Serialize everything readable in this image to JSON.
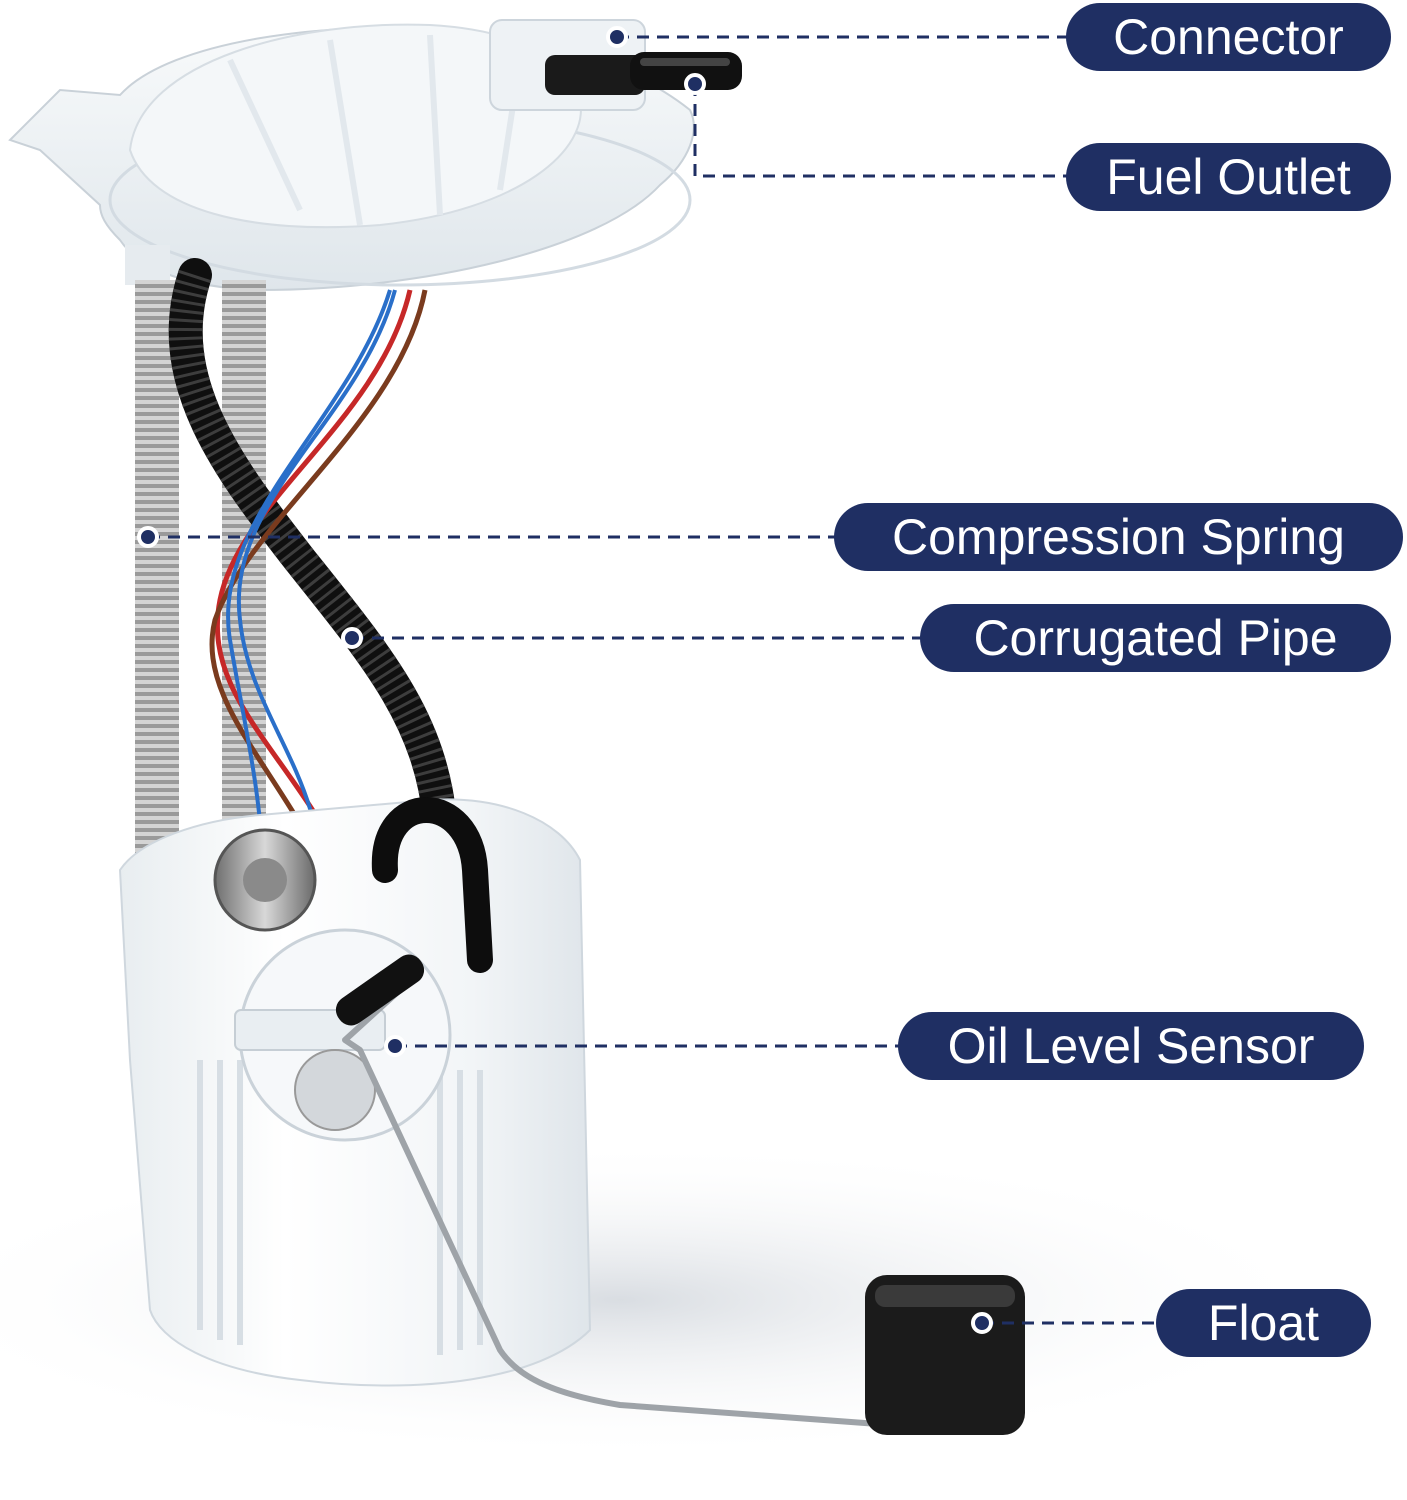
{
  "colors": {
    "label_bg": "#1f2f63",
    "label_text": "#ffffff",
    "leader": "#1f2f63"
  },
  "callouts": [
    {
      "id": "connector",
      "text": "Connector"
    },
    {
      "id": "fuel-outlet",
      "text": "Fuel Outlet"
    },
    {
      "id": "compression-spring",
      "text": "Compression Spring"
    },
    {
      "id": "corrugated-pipe",
      "text": "Corrugated Pipe"
    },
    {
      "id": "oil-level-sensor",
      "text": "Oil Level Sensor"
    },
    {
      "id": "float",
      "text": "Float"
    }
  ]
}
